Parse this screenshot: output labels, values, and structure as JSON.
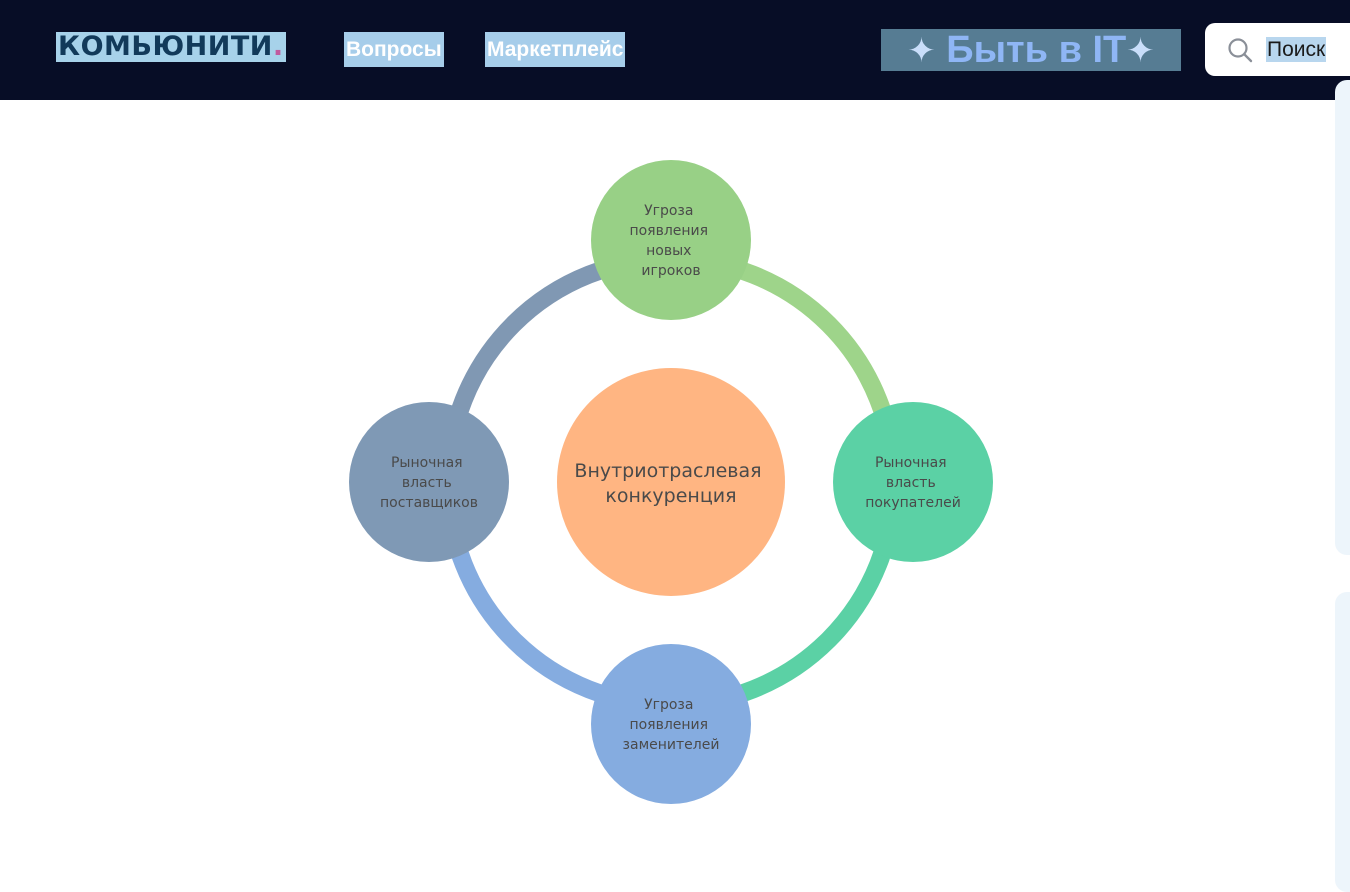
{
  "header": {
    "logo_text": "КОМЬЮНИТИ",
    "logo_dot": ".",
    "nav": [
      {
        "label": "Вопросы"
      },
      {
        "label": "Маркетплейс"
      }
    ],
    "promo": {
      "star_left": "✦",
      "label": "Быть в IT",
      "star_right": "✦"
    },
    "search": {
      "label": "Поиск",
      "icon": "search-icon"
    }
  },
  "diagram": {
    "center": {
      "lines": [
        "Внутриотраслевая",
        "конкуренция"
      ],
      "color": "#ffb582"
    },
    "nodes": [
      {
        "id": "top",
        "lines": [
          "Угроза",
          "появления",
          "новых",
          "игроков"
        ],
        "color": "#98d086"
      },
      {
        "id": "right",
        "lines": [
          "Рыночная",
          "власть",
          "покупателей"
        ],
        "color": "#5bd1a5"
      },
      {
        "id": "bottom",
        "lines": [
          "Угроза",
          "появления",
          "заменителей"
        ],
        "color": "#85ace0"
      },
      {
        "id": "left",
        "lines": [
          "Рыночная",
          "власть",
          "поставщиков"
        ],
        "color": "#7f99b5"
      }
    ],
    "arc_colors": {
      "top_right": "#9ed48a",
      "right_bottom": "#5bd1a5",
      "bottom_left": "#85ace0",
      "left_top": "#8098b3"
    }
  },
  "colors": {
    "header_bg": "#070d26",
    "nav_highlight": "#a6cdea",
    "promo_bg": "#567c93",
    "side_panel": "#edf5fb"
  }
}
